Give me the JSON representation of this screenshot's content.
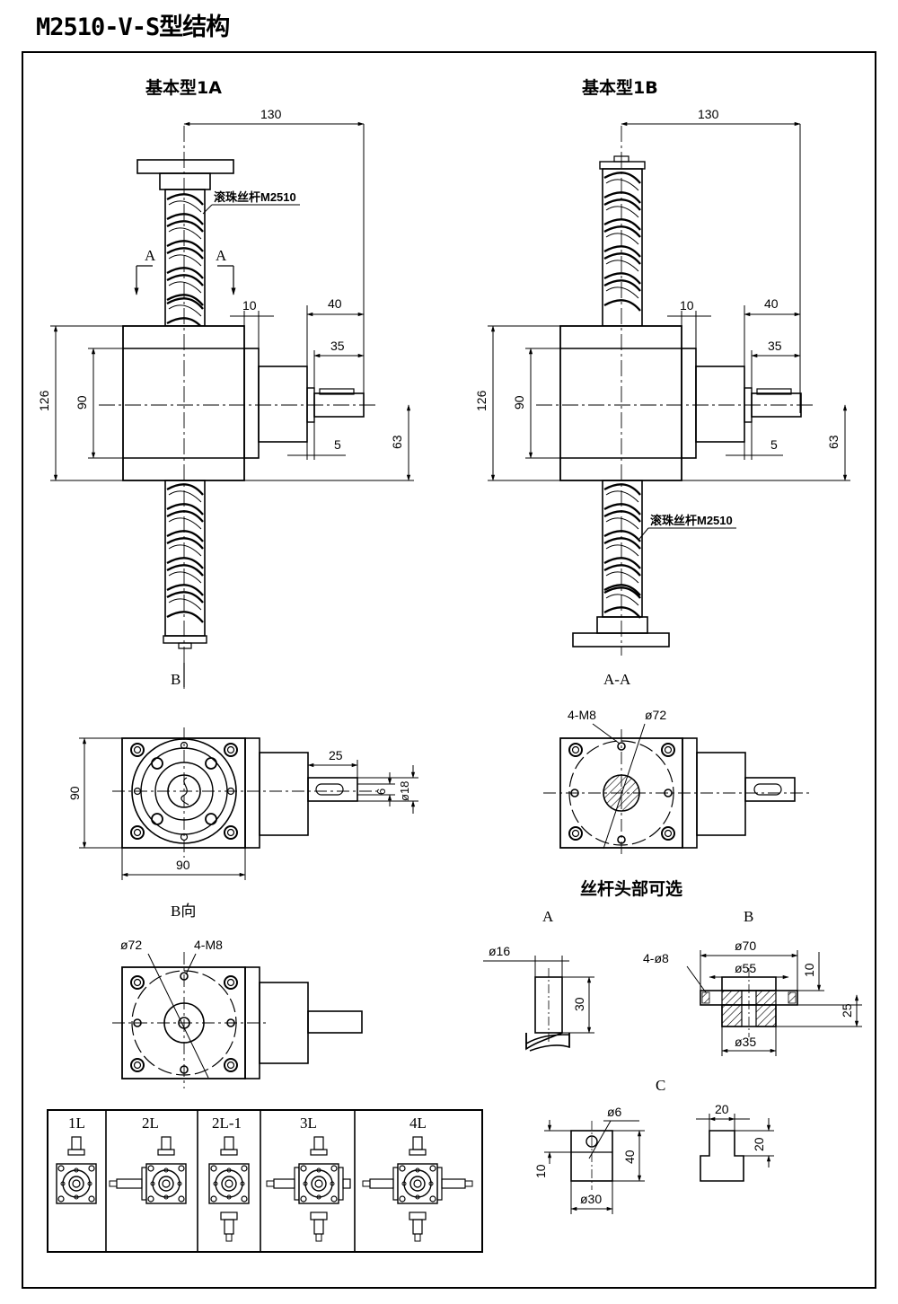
{
  "title": "M2510-V-S型结构",
  "views": {
    "type_1a": "基本型1A",
    "type_1b": "基本型1B",
    "screw_label": "滚珠丝杆M2510",
    "view_b": "B",
    "view_aa": "A-A",
    "section_a": "A",
    "b_direction": "B向",
    "screw_head_optional": "丝杆头部可选",
    "head_a": "A",
    "head_b": "B",
    "head_c": "C"
  },
  "dims": {
    "d130": "130",
    "d40": "40",
    "d10": "10",
    "d35": "35",
    "d5": "5",
    "d126": "126",
    "d90": "90",
    "d63": "63",
    "d25": "25",
    "d6": "6",
    "phi18": "ø18",
    "m8": "4-M8",
    "phi72": "ø72",
    "phi16": "ø16",
    "d30": "30",
    "phi8": "4-ø8",
    "phi70": "ø70",
    "phi55": "ø55",
    "phi35": "ø35",
    "phi6": "ø6",
    "phi30": "ø30",
    "d20": "20"
  },
  "layouts": [
    "1L",
    "2L",
    "2L-1",
    "3L",
    "4L"
  ]
}
